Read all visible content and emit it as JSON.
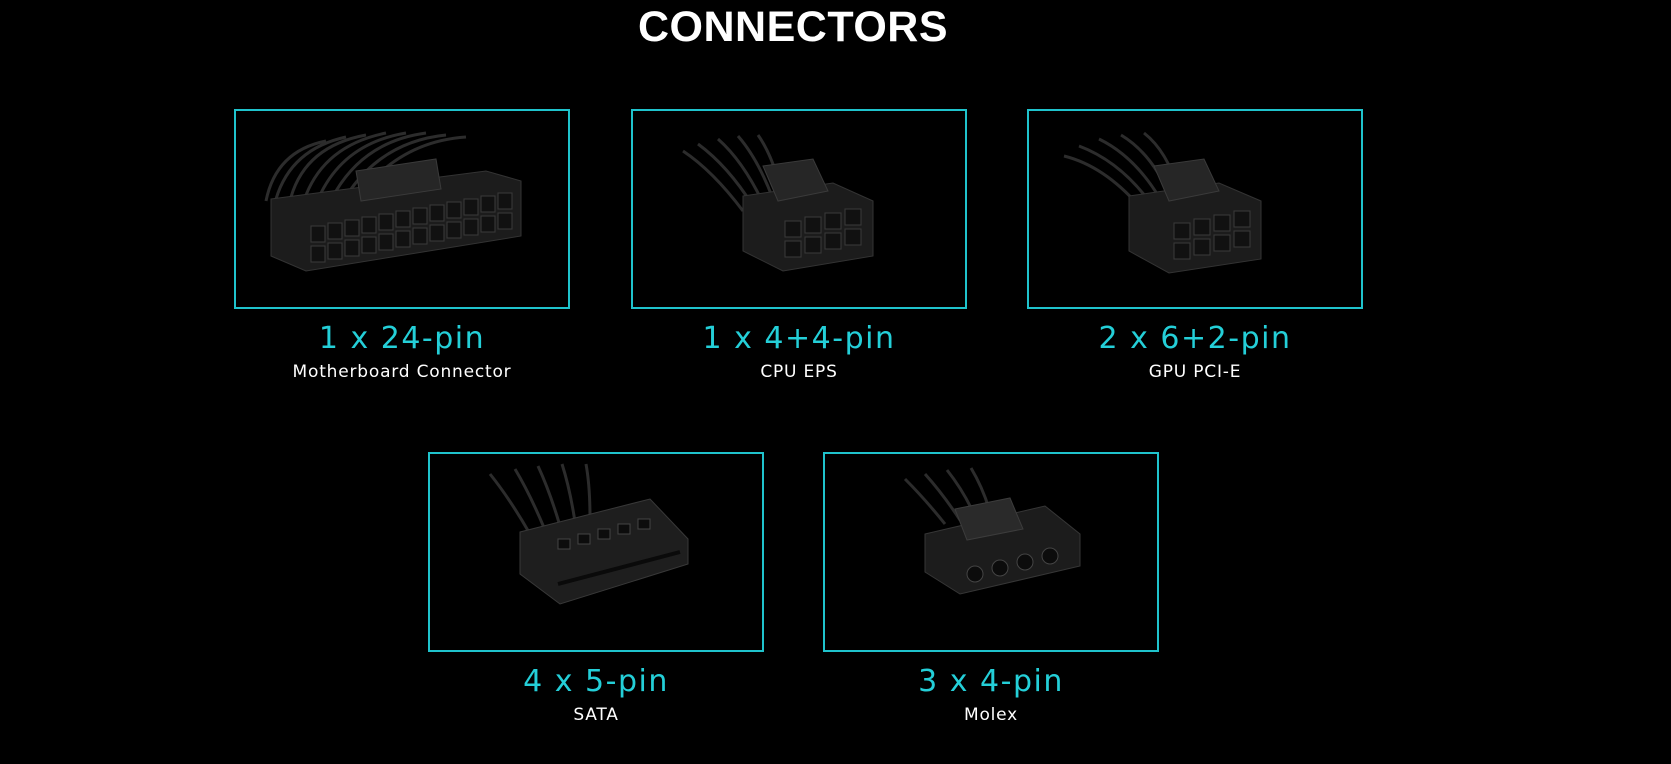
{
  "title": "CONNECTORS",
  "accent_color": "#1fc3cc",
  "connectors": [
    {
      "pin_count": "1 x 24-pin",
      "name": "Motherboard Connector",
      "icon": "atx-24pin-connector-photo"
    },
    {
      "pin_count": "1 x 4+4-pin",
      "name": "CPU EPS",
      "icon": "cpu-eps-connector-photo"
    },
    {
      "pin_count": "2 x 6+2-pin",
      "name": "GPU PCI-E",
      "icon": "pcie-connector-photo"
    },
    {
      "pin_count": "4 x 5-pin",
      "name": "SATA",
      "icon": "sata-power-connector-photo"
    },
    {
      "pin_count": "3 x 4-pin",
      "name": "Molex",
      "icon": "molex-connector-photo"
    }
  ]
}
